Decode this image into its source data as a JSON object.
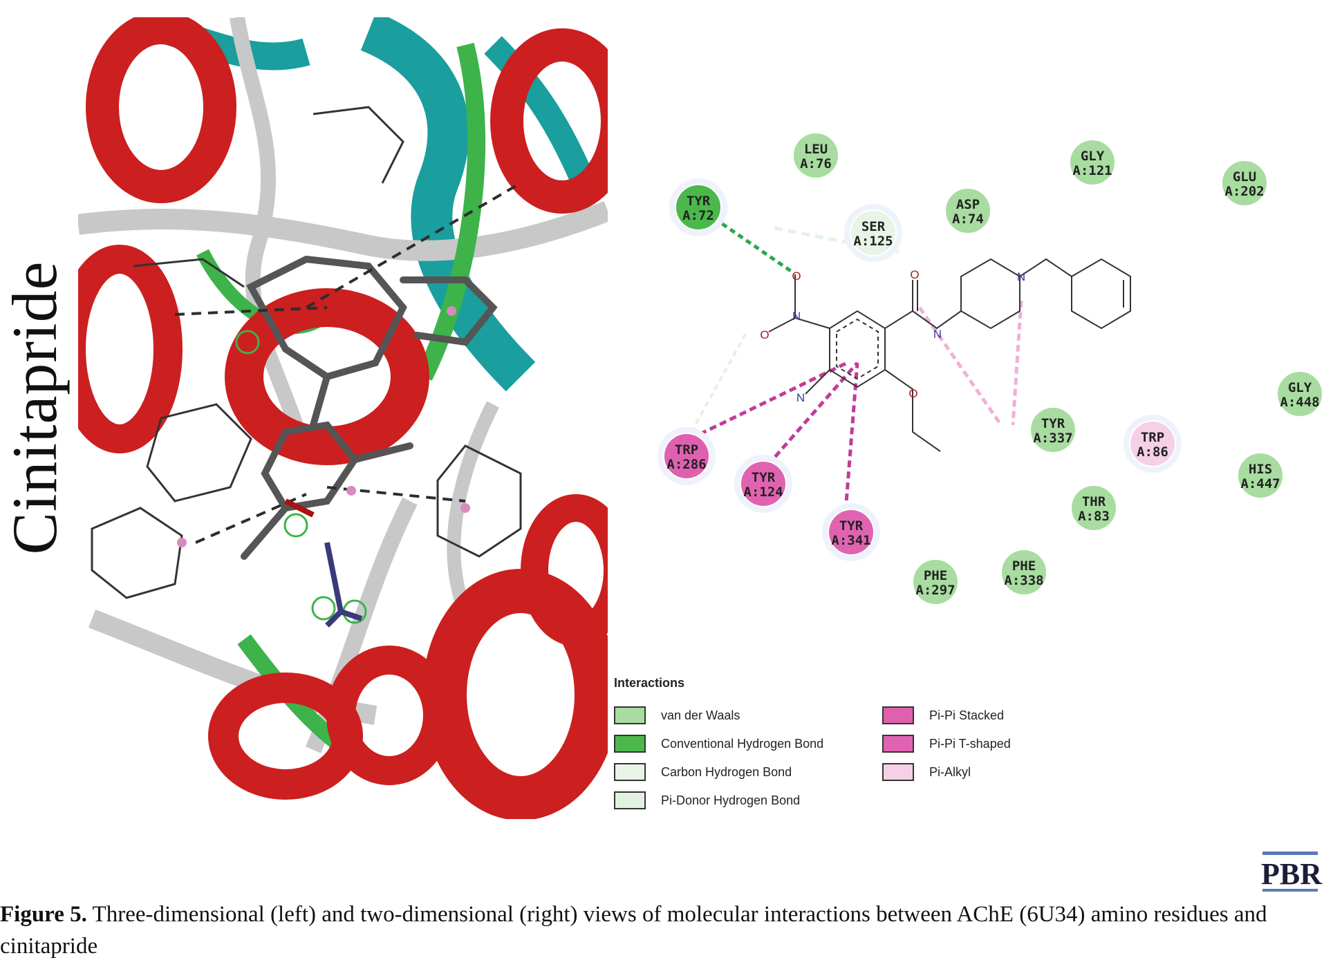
{
  "figure": {
    "side_title": "Cinitapride",
    "journal_logo": "PBR",
    "caption_label": "Figure 5.",
    "caption_text": " Three-dimensional (left) and two-dimensional (right) views of molecular interactions between AChE (6U34) amino residues and cinitapride"
  },
  "residues": [
    {
      "name": "LEU",
      "id": "A:76",
      "type": "van der Waals"
    },
    {
      "name": "GLY",
      "id": "A:121",
      "type": "van der Waals"
    },
    {
      "name": "GLU",
      "id": "A:202",
      "type": "van der Waals"
    },
    {
      "name": "TYR",
      "id": "A:72",
      "type": "Conventional Hydrogen Bond"
    },
    {
      "name": "ASP",
      "id": "A:74",
      "type": "van der Waals"
    },
    {
      "name": "SER",
      "id": "A:125",
      "type": "Carbon Hydrogen Bond"
    },
    {
      "name": "GLY",
      "id": "A:448",
      "type": "van der Waals"
    },
    {
      "name": "TRP",
      "id": "A:286",
      "type": "Pi-Pi Stacked"
    },
    {
      "name": "TYR",
      "id": "A:337",
      "type": "van der Waals"
    },
    {
      "name": "TRP",
      "id": "A:86",
      "type": "Pi-Alkyl"
    },
    {
      "name": "HIS",
      "id": "A:447",
      "type": "van der Waals"
    },
    {
      "name": "TYR",
      "id": "A:124",
      "type": "Pi-Pi T-shaped"
    },
    {
      "name": "THR",
      "id": "A:83",
      "type": "van der Waals"
    },
    {
      "name": "TYR",
      "id": "A:341",
      "type": "Pi-Pi T-shaped"
    },
    {
      "name": "PHE",
      "id": "A:297",
      "type": "van der Waals"
    },
    {
      "name": "PHE",
      "id": "A:338",
      "type": "van der Waals"
    }
  ],
  "atoms": {
    "oxygen": "O",
    "nitrogen": "N"
  },
  "legend": {
    "title": "Interactions",
    "items": [
      {
        "label": "van der Waals",
        "color": "#a8dca0"
      },
      {
        "label": "Conventional Hydrogen Bond",
        "color": "#4cb84c"
      },
      {
        "label": "Carbon Hydrogen Bond",
        "color": "#e8f5e6"
      },
      {
        "label": "Pi-Donor Hydrogen Bond",
        "color": "#e2f2e0"
      },
      {
        "label": "Pi-Pi Stacked",
        "color": "#e060b0"
      },
      {
        "label": "Pi-Pi T-shaped",
        "color": "#e063b2"
      },
      {
        "label": "Pi-Alkyl",
        "color": "#f5d0e6"
      }
    ]
  },
  "colors": {
    "helix": "#cc1f1f",
    "coil": "#c8c8c8",
    "turn": "#1a9e9e",
    "hbond": "#2aa84a"
  }
}
